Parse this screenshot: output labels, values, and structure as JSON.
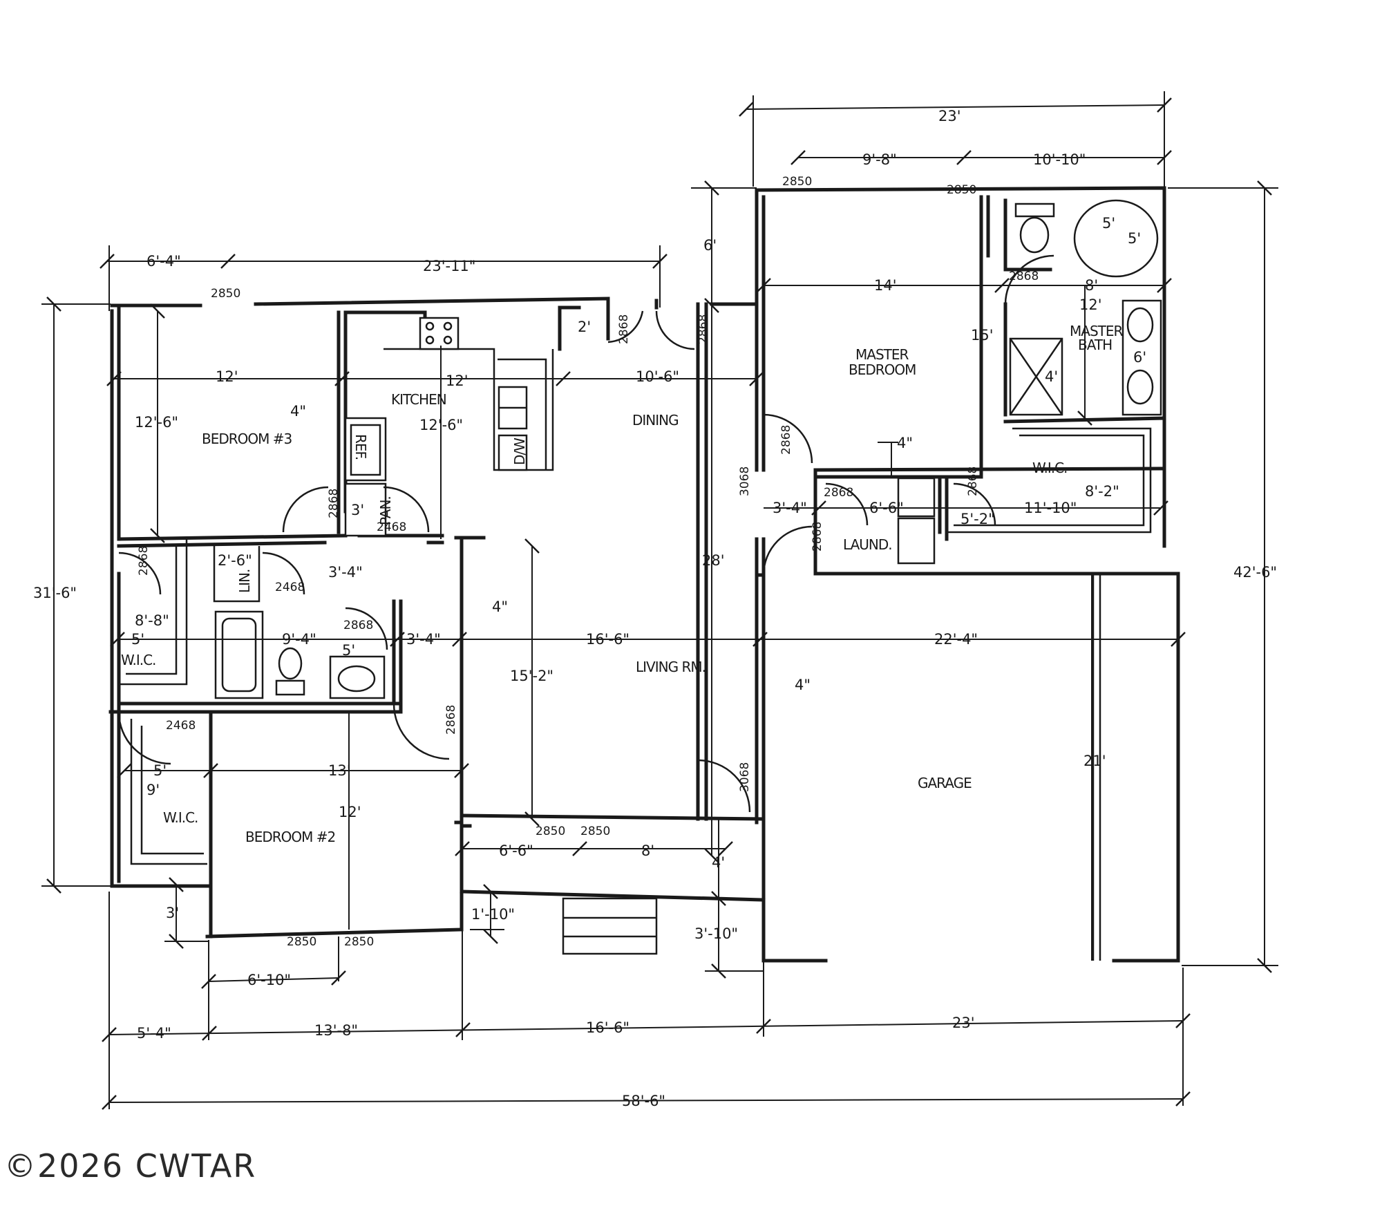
{
  "rooms": {
    "bedroom3": "BEDROOM #3",
    "kitchen": "KITCHEN",
    "dining": "DINING",
    "master_bedroom_1": "MASTER",
    "master_bedroom_2": "BEDROOM",
    "master_bath_1": "MASTER",
    "master_bath_2": "BATH",
    "wic": "W.I.C.",
    "lin": "LIN.",
    "pan": "PAN.",
    "ref": "REF.",
    "dw": "D/W",
    "laund": "LAUND.",
    "living": "LIVING RM.",
    "bedroom2": "BEDROOM #2",
    "garage": "GARAGE"
  },
  "dimensions": {
    "top_6_4": "6'-4\"",
    "top_23_11": "23'-11\"",
    "master_23": "23'",
    "master_9_8": "9'-8\"",
    "master_10_10": "10'-10\"",
    "left_31_6": "31'-6\"",
    "right_42_6": "42'-6\"",
    "bed3_12": "12'",
    "bed3_12_6": "12'-6\"",
    "kitchen_12": "12'",
    "kitchen_12_6": "12'-6\"",
    "dining_10_6": "10'-6\"",
    "wall_4": "4\"",
    "two_ft": "2'",
    "six_ft": "6'",
    "master_14": "14'",
    "master_8": "8'",
    "master_15": "15'",
    "bath_12": "12'",
    "tub_5a": "5'",
    "tub_5b": "5'",
    "vanity_6": "6'",
    "shower_4": "4'",
    "laund_4": "4\"",
    "wic_8_2": "8'-2\"",
    "wic_11_10": "11'-10\"",
    "laund_6_6": "6'-6\"",
    "laund_5_2": "5'-2\"",
    "laund_3_4": "3'-4\"",
    "living_28": "28'",
    "pan_3": "3'",
    "hall_3_4": "3'-4\"",
    "hall_2_6": "2'-6\"",
    "wic3_8_8": "8'-8\"",
    "wic3_5": "5'",
    "bath2_9_4": "9'-4\"",
    "bath2_3_4": "3'-4\"",
    "bath2_4": "4\"",
    "bath2_5": "5'",
    "living_16_6": "16'-6\"",
    "garage_22_4": "22'-4\"",
    "living_15_2": "15'-2\"",
    "garage_4": "4\"",
    "garage_21": "21'",
    "bed2_13": "13'",
    "bed2_12": "12'",
    "wic2_5": "5'",
    "wic2_9": "9'",
    "porch_6_6": "6'-6\"",
    "porch_8": "8'",
    "porch_4": "4'",
    "step_1_10": "1'-10\"",
    "step_3_10": "3'-10\"",
    "bot_3": "3'",
    "bot_6_10": "6'-10\"",
    "bot_5_4": "5'-4\"",
    "bot_13_8": "13'-8\"",
    "bot_16_6": "16'-6\"",
    "bot_23": "23'",
    "bot_58_6": "58'-6\""
  },
  "doors": {
    "w2850": "2850",
    "d2868": "2868",
    "d2468": "2468",
    "d3068": "3068"
  },
  "footer": {
    "copyright": "©2026 CWTAR"
  }
}
